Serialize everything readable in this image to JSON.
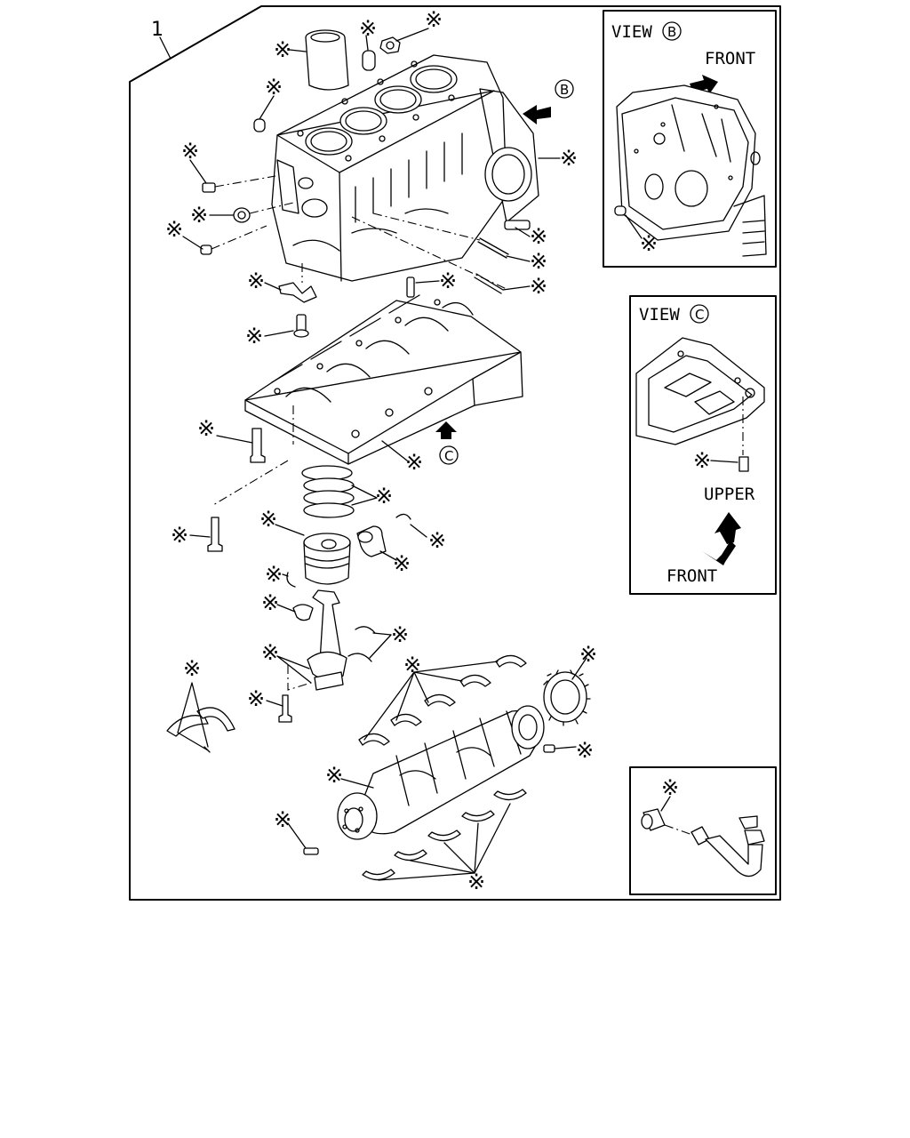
{
  "main": {
    "callout_number": "1",
    "part_mark": "※",
    "view_b_marker": "B",
    "view_c_marker": "C"
  },
  "view_b": {
    "view_word": "VIEW",
    "marker": "B",
    "direction_label": "FRONT"
  },
  "view_c": {
    "view_word": "VIEW",
    "marker": "C",
    "upper_label": "UPPER",
    "front_label": "FRONT"
  },
  "detail_inset": {
    "part_mark": "※"
  }
}
